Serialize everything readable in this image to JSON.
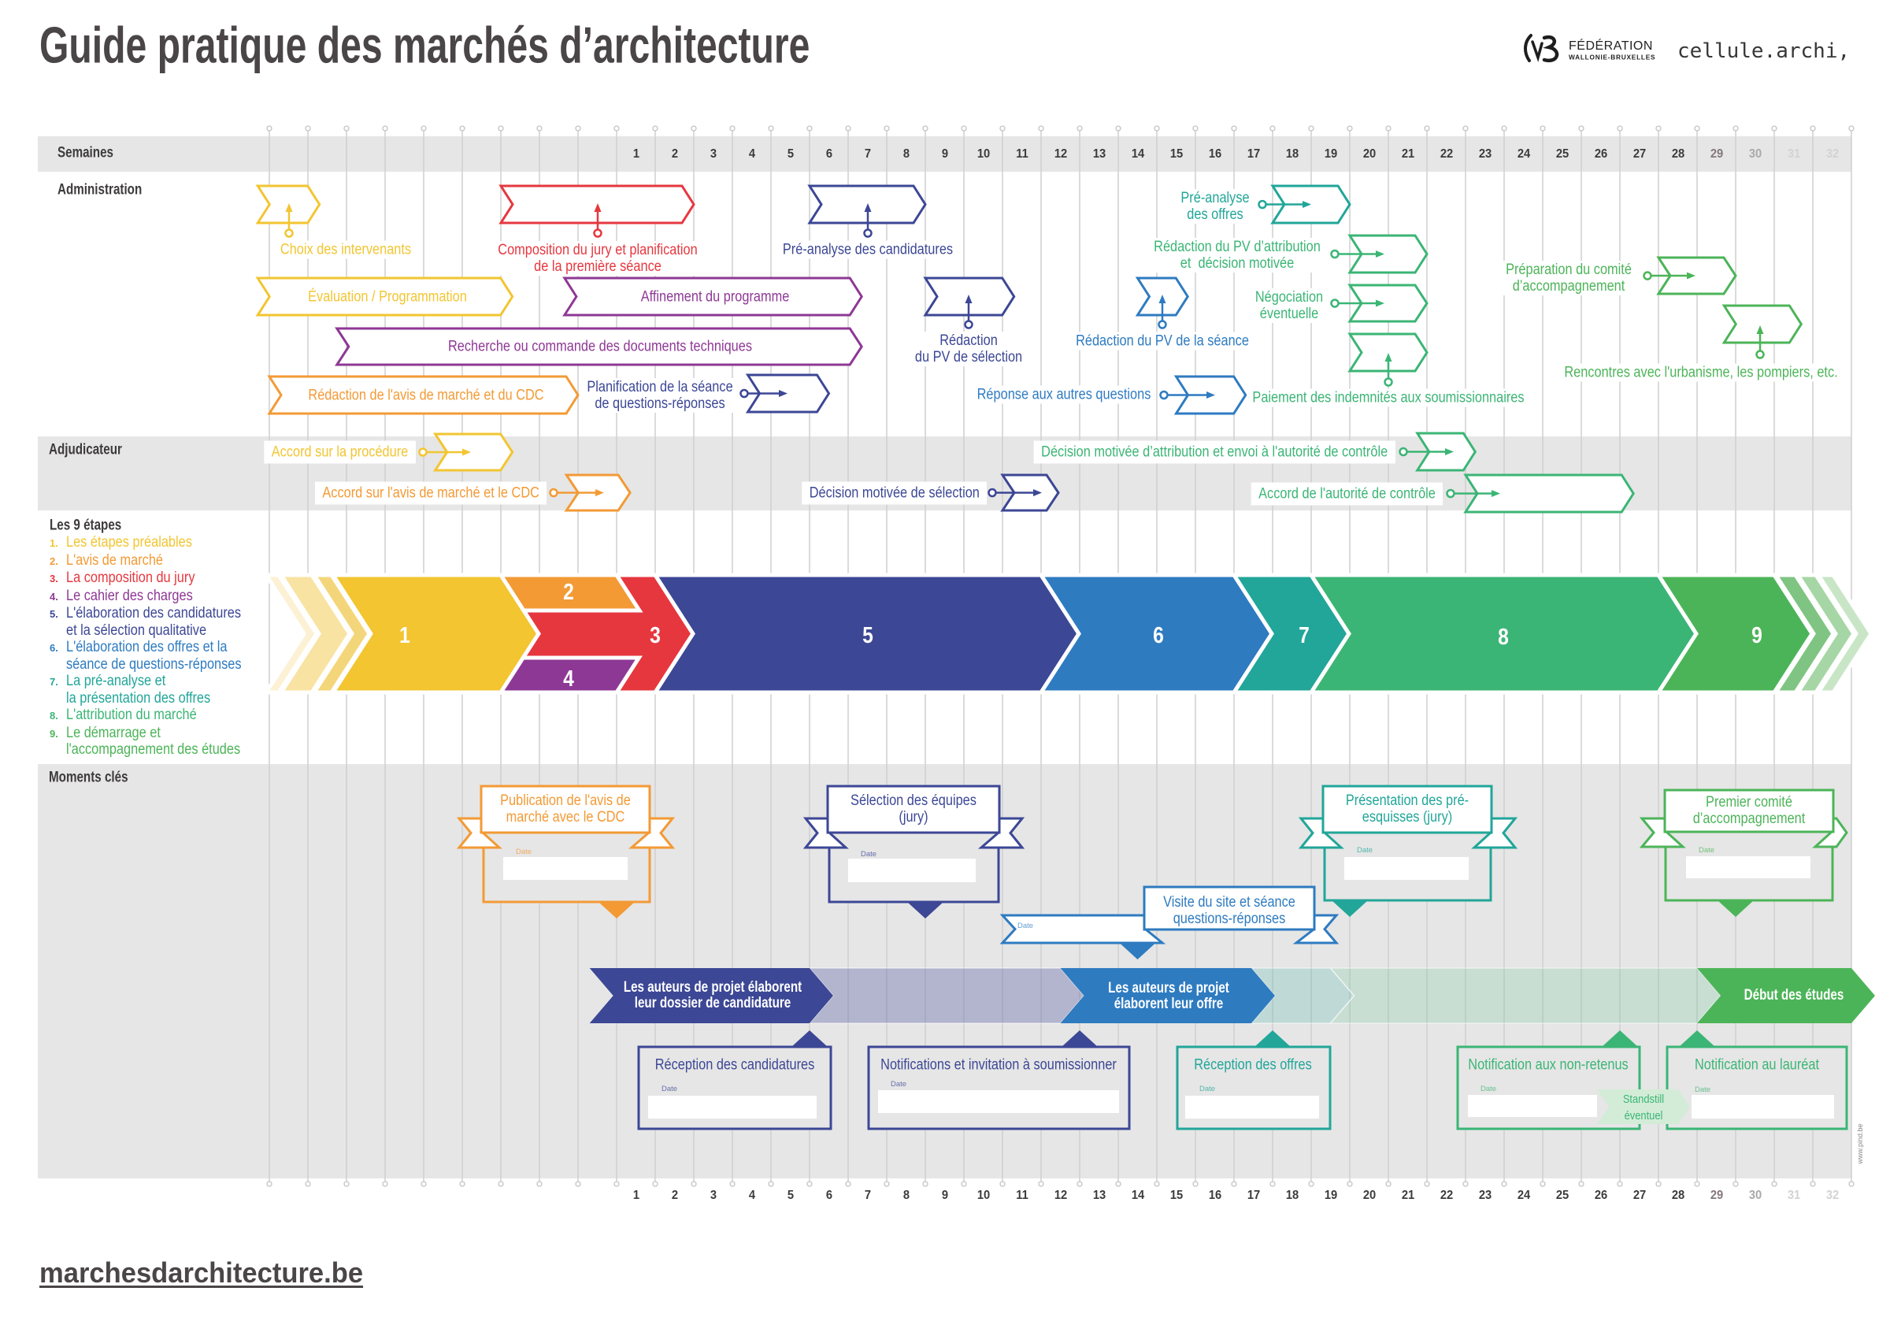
{
  "header": {
    "title": "Guide pratique des marchés d’architecture",
    "logo_fwb_line1": "FÉDÉRATION",
    "logo_fwb_line2": "WALLONIE-BRUXELLES",
    "logo_cellule": "cellule.archi,"
  },
  "colors": {
    "yellow": "#f2c531",
    "orange": "#f39a35",
    "red": "#e6373f",
    "purple": "#8e3895",
    "navy": "#3c4795",
    "blue": "#2e7bc0",
    "teal": "#21a699",
    "green": "#3bb575",
    "green2": "#4cb458"
  },
  "weeks": {
    "row_label": "Semaines",
    "labels": [
      "1",
      "2",
      "3",
      "4",
      "5",
      "6",
      "7",
      "8",
      "9",
      "10",
      "11",
      "12",
      "13",
      "14",
      "15",
      "16",
      "17",
      "18",
      "19",
      "20",
      "21",
      "22",
      "23",
      "24",
      "25",
      "26",
      "27",
      "28",
      "29",
      "30",
      "31",
      "32"
    ],
    "faded_colors": {
      "29": "#85777c",
      "30": "#a9a9a9",
      "31": "#d3d3d3",
      "32": "#d3d3d3"
    }
  },
  "administration": {
    "label": "Administration",
    "items": [
      {
        "label": "Choix des intervenants",
        "color": "yellow",
        "weeks": [
          -9.3,
          -7.7
        ]
      },
      {
        "label": "Composition du jury et planification\nde la première séance",
        "color": "red",
        "weeks": [
          -3,
          2
        ]
      },
      {
        "label": "Pré-analyse des candidatures",
        "color": "navy",
        "weeks": [
          5,
          8
        ]
      },
      {
        "label": "Pré-analyse\ndes offres",
        "color": "teal",
        "weeks": [
          17,
          19
        ]
      },
      {
        "label": "Évaluation / Programmation",
        "color": "yellow",
        "weeks": [
          -9.3,
          -2.7
        ]
      },
      {
        "label": "Affinement du programme",
        "color": "purple",
        "weeks": [
          -1.35,
          6.35
        ]
      },
      {
        "label": "Rédaction\ndu PV de sélection",
        "color": "navy",
        "weeks": [
          8,
          10.3
        ]
      },
      {
        "label": "Rédaction du PV de la séance",
        "color": "blue",
        "weeks": [
          13.5,
          14.8
        ]
      },
      {
        "label": "Rédaction du PV d’attribution\net  décision motivée",
        "color": "green",
        "weeks": [
          19,
          21
        ]
      },
      {
        "label": "Négociation\néventuelle",
        "color": "green",
        "weeks": [
          19,
          21
        ]
      },
      {
        "label": "Paiement des indemnités aux soumissionnaires",
        "color": "green",
        "weeks": [
          19,
          21
        ]
      },
      {
        "label": "Préparation du comité\nd’accompagnement",
        "color": "green2",
        "weeks": [
          27,
          29
        ]
      },
      {
        "label": "Rencontres avec l'urbanisme, les pompiers, etc.",
        "color": "green2",
        "weeks": [
          28.7,
          30.7
        ]
      },
      {
        "label": "Recherche ou commande des documents techniques",
        "color": "purple",
        "weeks": [
          -7.25,
          6.35
        ]
      },
      {
        "label": "Rédaction de l'avis de marché et du CDC",
        "color": "orange",
        "weeks": [
          -9,
          -1
        ]
      },
      {
        "label": "Planification de la séance\nde questions-réponses",
        "color": "navy",
        "weeks": [
          3.4,
          5.5
        ]
      },
      {
        "label": "Réponse aux autres questions",
        "color": "blue",
        "weeks": [
          14.5,
          16.3
        ]
      }
    ]
  },
  "adjudicateur": {
    "label": "Adjudicateur",
    "items": [
      {
        "label": "Accord sur la procédure",
        "color": "yellow",
        "weeks": [
          -4.7,
          -2.7
        ]
      },
      {
        "label": "Accord sur l'avis de marché et le CDC",
        "color": "orange",
        "weeks": [
          -1.3,
          0.35
        ]
      },
      {
        "label": "Décision motivée de sélection",
        "color": "navy",
        "weeks": [
          10,
          11.45
        ]
      },
      {
        "label": "Décision motivée d’attribution et envoi à l'autorité de contrôle",
        "color": "green",
        "weeks": [
          20.75,
          22.25
        ]
      },
      {
        "label": "Accord de l'autorité de contrôle",
        "color": "green",
        "weeks": [
          22,
          26.35
        ]
      }
    ]
  },
  "etapes": {
    "label": "Les 9 étapes",
    "legend": [
      {
        "num": "1.",
        "text": "Les étapes préalables",
        "color": "yellow"
      },
      {
        "num": "2.",
        "text": "L'avis de marché",
        "color": "orange"
      },
      {
        "num": "3.",
        "text": "La composition du jury",
        "color": "red"
      },
      {
        "num": "4.",
        "text": "Le cahier des charges",
        "color": "purple"
      },
      {
        "num": "5.",
        "text": "L'élaboration des candidatures\net la sélection qualitative",
        "color": "navy"
      },
      {
        "num": "6.",
        "text": "L'élaboration des offres et la\nséance de questions-réponses",
        "color": "blue"
      },
      {
        "num": "7.",
        "text": "La pré-analyse et\nla présentation des offres",
        "color": "teal"
      },
      {
        "num": "8.",
        "text": "L'attribution du marché",
        "color": "green"
      },
      {
        "num": "9.",
        "text": "Le démarrage et\nl'accompagnement des études",
        "color": "green2"
      }
    ],
    "blocks": [
      {
        "num": "1",
        "color": "yellow",
        "weeks": [
          -7.35,
          -3
        ]
      },
      {
        "num": "2",
        "color": "orange",
        "weeks": [
          -3,
          0
        ]
      },
      {
        "num": "3",
        "color": "red",
        "weeks": [
          -3,
          1
        ]
      },
      {
        "num": "4",
        "color": "purple",
        "weeks": [
          -3,
          0
        ]
      },
      {
        "num": "5",
        "color": "navy",
        "weeks": [
          1,
          11
        ]
      },
      {
        "num": "6",
        "color": "blue",
        "weeks": [
          11,
          16
        ]
      },
      {
        "num": "7",
        "color": "teal",
        "weeks": [
          16,
          18
        ]
      },
      {
        "num": "8",
        "color": "green",
        "weeks": [
          18,
          27
        ]
      },
      {
        "num": "9",
        "color": "green2",
        "weeks": [
          27,
          30
        ]
      }
    ]
  },
  "moments": {
    "label": "Moments clés",
    "date_label": "Date",
    "cards_top": [
      {
        "title": "Publication de l'avis de\nmarché avec le CDC",
        "color": "orange",
        "marker_week": 0,
        "date_value": ""
      },
      {
        "title": "Sélection des équipes\n(jury)",
        "color": "navy",
        "marker_week": 8,
        "date_value": ""
      },
      {
        "title": "Visite du site et séance\nquestions-réponses",
        "color": "blue",
        "marker_week": 13.5,
        "date_value": ""
      },
      {
        "title": "Présentation des pré-\nesquisses (jury)",
        "color": "teal",
        "marker_week": 19,
        "date_value": ""
      },
      {
        "title": "Premier comité\nd’accompagnement",
        "color": "green2",
        "marker_week": 29,
        "date_value": ""
      }
    ],
    "cards_bottom": [
      {
        "title": "Réception des candidatures",
        "color": "navy",
        "marker_week": 5,
        "date_value": ""
      },
      {
        "title": "Notifications et invitation à soumissionner",
        "color": "navy",
        "marker_week": 12,
        "date_value": ""
      },
      {
        "title": "Réception des offres",
        "color": "teal",
        "marker_week": 17,
        "date_value": ""
      },
      {
        "title": "Notification aux non-retenus",
        "color": "green",
        "marker_week": 26,
        "date_value": ""
      },
      {
        "title": "Notification au lauréat",
        "color": "green",
        "marker_week": 28,
        "date_value": ""
      }
    ],
    "phases": [
      {
        "label": "Les auteurs de projet élaborent\nleur dossier de candidature",
        "color": "navy",
        "weeks": [
          -0.7,
          5
        ]
      },
      {
        "label": "Les auteurs de projet\nélaborent leur offre",
        "color": "blue",
        "weeks": [
          11.5,
          16.45
        ]
      },
      {
        "label": "Début des études",
        "color": "green2",
        "weeks": [
          28,
          32
        ]
      }
    ],
    "phase_transitions": [
      {
        "color": "navy",
        "weeks": [
          5,
          11.5
        ]
      },
      {
        "color": "teal",
        "weeks": [
          16.45,
          18.5
        ]
      },
      {
        "color": "green",
        "weeks": [
          18.5,
          28
        ]
      }
    ],
    "standstill": "Standstill\néventuel"
  },
  "footer": {
    "url": "marchesdarchitecture.be",
    "credit": "www.pind.be"
  }
}
